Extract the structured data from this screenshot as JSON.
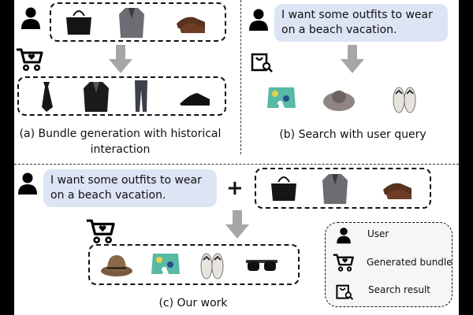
{
  "panel_a": {
    "caption_line1": "(a) Bundle generation with historical",
    "caption_line2": "interaction",
    "history_items": [
      "bag",
      "gray-blazer",
      "brown-shoes"
    ],
    "bundle_items": [
      "tie",
      "black-suit-jacket",
      "trousers",
      "black-shoes"
    ]
  },
  "panel_b": {
    "query_line1": "I want some outfits to wear",
    "query_line2": "on a beach vacation.",
    "caption": "(b) Search with user query",
    "result_items": [
      "beach-shorts",
      "sun-hat",
      "flip-flops"
    ]
  },
  "panel_c": {
    "query_line1": "I want some outfits to wear",
    "query_line2": "on a beach vacation.",
    "plus": "+",
    "caption": "(c) Our work",
    "history_items": [
      "bag",
      "gray-blazer",
      "brown-shoes"
    ],
    "bundle_items": [
      "fedora-hat",
      "beach-shorts",
      "flip-flops",
      "sunglasses"
    ]
  },
  "legend": {
    "user": "User",
    "bundle": "Generated bundle",
    "search": "Search result"
  },
  "colors": {
    "bubble": "#dde4f4",
    "arrow": "#a6a6a6"
  }
}
